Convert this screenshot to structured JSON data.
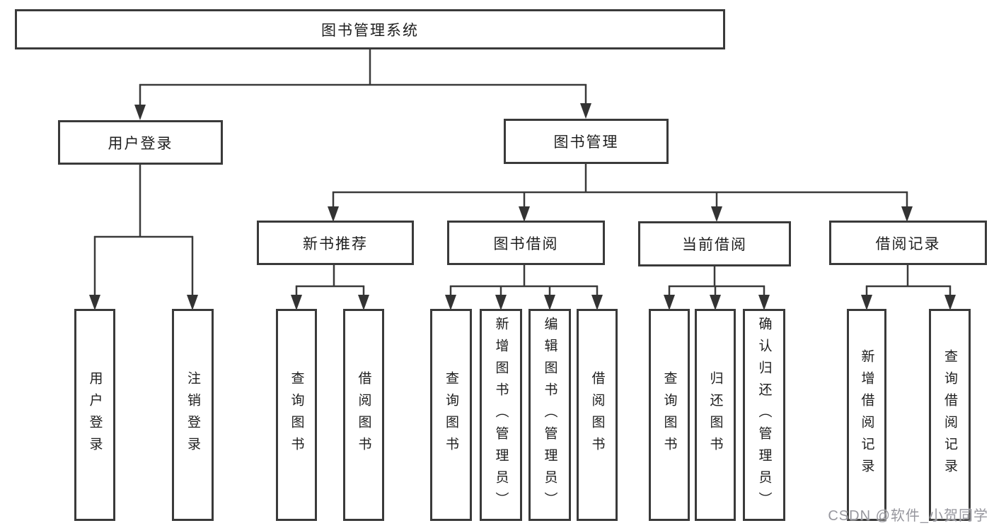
{
  "diagram": {
    "type": "hierarchy-tree",
    "watermark": "CSDN @软件_小贺同学",
    "colors": {
      "line": "#3A3A3A",
      "box_border": "#3A3A3A",
      "text": "#1E1E1E",
      "watermark": "#97979E",
      "background": "#FFFFFF"
    },
    "nodes": {
      "root": "图书管理系统",
      "user_login": "用户登录",
      "book_mgmt": "图书管理",
      "new_book_rec": "新书推荐",
      "book_borrow": "图书借阅",
      "current_borrow": "当前借阅",
      "borrow_record": "借阅记录",
      "leaf_user_login": "用户登录",
      "leaf_logout": "注销登录",
      "leaf_query_book_rec": "查询图书",
      "leaf_borrow_book_rec": "借阅图书",
      "leaf_query_book_borrow": "查询图书",
      "leaf_add_book": "新增图书（管理员）",
      "leaf_edit_book": "编辑图书（管理员）",
      "leaf_borrow_book_borrow": "借阅图书",
      "leaf_query_book_current": "查询图书",
      "leaf_return_book": "归还图书",
      "leaf_confirm_return": "确认归还（管理员）",
      "leaf_add_record": "新增借阅记录",
      "leaf_query_record": "查询借阅记录"
    }
  }
}
